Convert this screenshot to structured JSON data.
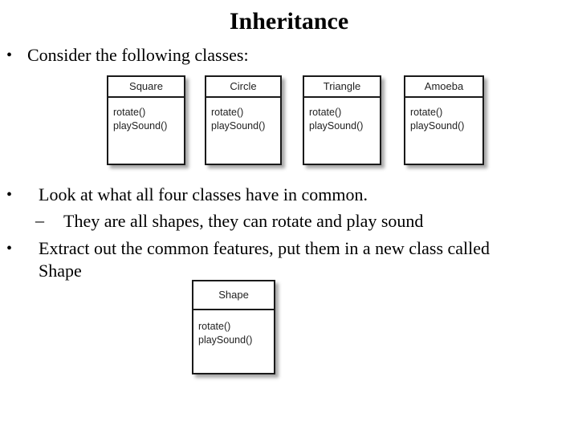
{
  "title": "Inheritance",
  "bullets": {
    "b1": "Consider the following classes:",
    "b2": "Look at what all four classes have in common.",
    "b2_sub": "They are all shapes, they can rotate and play sound",
    "b3_line1": "Extract out  the common features, put them in a new class called",
    "b3_line2": "Shape",
    "bullet_glyph": "•",
    "dash_glyph": "–"
  },
  "classes": [
    {
      "name": "Square",
      "methods": [
        "rotate()",
        "playSound()"
      ]
    },
    {
      "name": "Circle",
      "methods": [
        "rotate()",
        "playSound()"
      ]
    },
    {
      "name": "Triangle",
      "methods": [
        "rotate()",
        "playSound()"
      ]
    },
    {
      "name": "Amoeba",
      "methods": [
        "rotate()",
        "playSound()"
      ]
    }
  ],
  "shape_class": {
    "name": "Shape",
    "methods": [
      "rotate()",
      "playSound()"
    ]
  }
}
